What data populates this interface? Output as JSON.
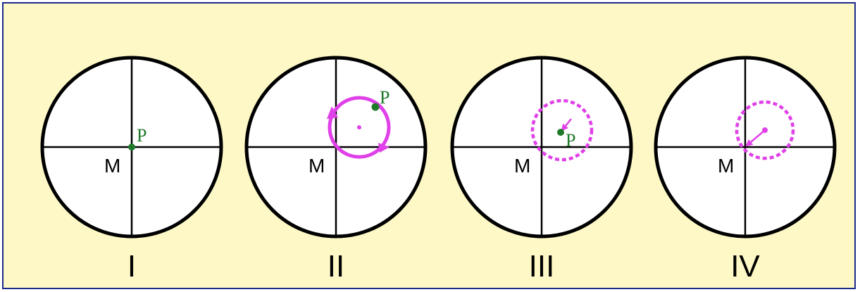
{
  "colors": {
    "background": "#fdf8c6",
    "frame": "#1c2a8c",
    "circle": "#000000",
    "point_p": "#1e7a2a",
    "magenta": "#e040e8"
  },
  "panels": [
    {
      "numeral": "I",
      "m_label": "M",
      "p_label": "P"
    },
    {
      "numeral": "II",
      "m_label": "M",
      "p_label": "P"
    },
    {
      "numeral": "III",
      "m_label": "M",
      "p_label": "P"
    },
    {
      "numeral": "IV",
      "m_label": "M"
    }
  ]
}
